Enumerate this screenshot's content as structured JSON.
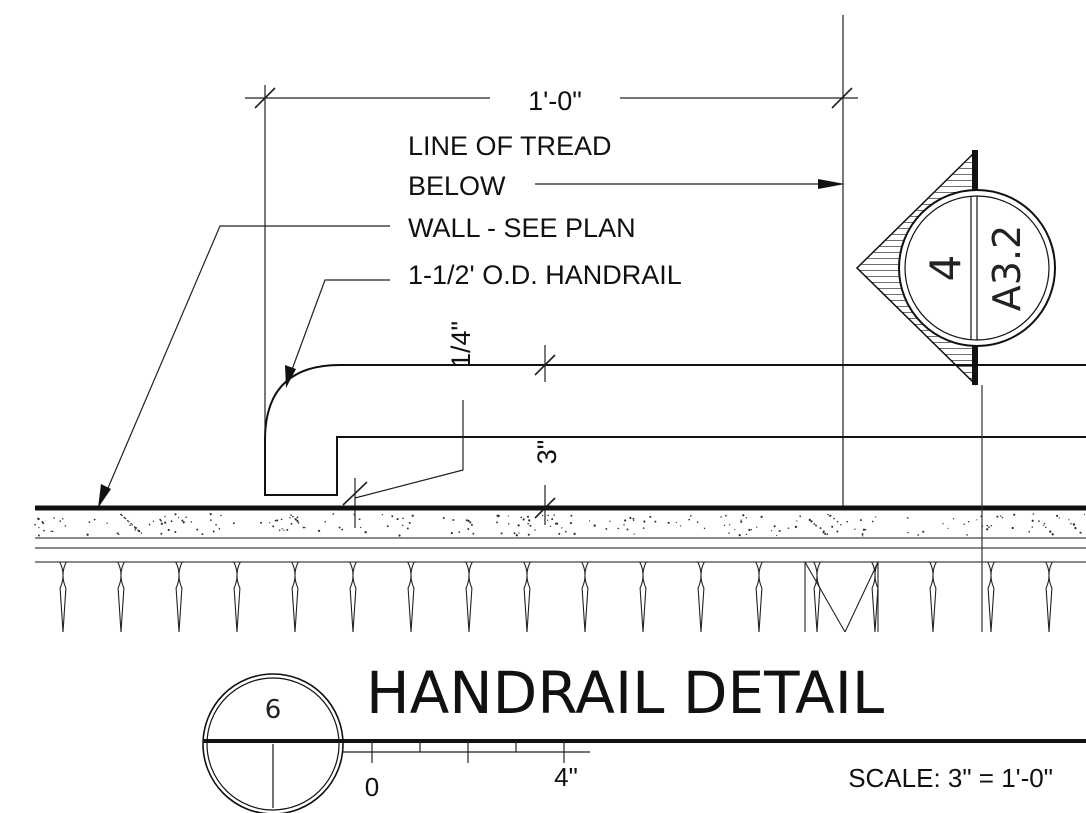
{
  "dimensions": {
    "overall_width": "1'-0\"",
    "rail_gap": "1/4\"",
    "rail_height": "3\""
  },
  "notes": {
    "tread_line_1": "LINE OF TREAD",
    "tread_line_2": "BELOW",
    "wall": "WALL - SEE PLAN",
    "handrail": "1-1/2' O.D. HANDRAIL"
  },
  "section_marker": {
    "number": "4",
    "sheet": "A3.2"
  },
  "title_block": {
    "detail_number": "6",
    "title": "HANDRAIL DETAIL",
    "scale_bar_start": "0",
    "scale_bar_end": "4\"",
    "scale": "SCALE: 3\" = 1'-0\""
  },
  "colors": {
    "ink": "#111111",
    "background": "#ffffff"
  }
}
